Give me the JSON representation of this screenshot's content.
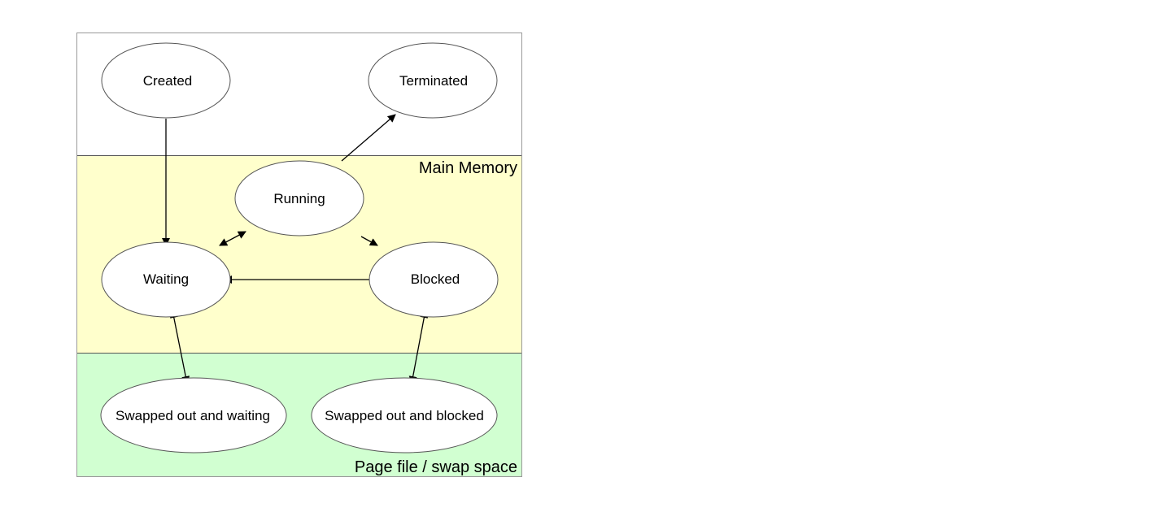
{
  "regions": {
    "main_memory": {
      "label": "Main Memory",
      "fill": "#ffffcc"
    },
    "swap_space": {
      "label": "Page file / swap space",
      "fill": "#d1ffd1"
    },
    "top": {
      "fill": "#ffffff"
    }
  },
  "states": {
    "created": "Created",
    "terminated": "Terminated",
    "running": "Running",
    "waiting": "Waiting",
    "blocked": "Blocked",
    "swapped_waiting": "Swapped out and waiting",
    "swapped_blocked": "Swapped out and blocked"
  },
  "transitions": [
    {
      "from": "Created",
      "to": "Waiting"
    },
    {
      "from": "Running",
      "to": "Terminated"
    },
    {
      "from": "Running",
      "to": "Waiting",
      "bidirectional": true
    },
    {
      "from": "Running",
      "to": "Blocked"
    },
    {
      "from": "Blocked",
      "to": "Waiting"
    },
    {
      "from": "Waiting",
      "to": "Swapped out and waiting",
      "bidirectional": true
    },
    {
      "from": "Blocked",
      "to": "Swapped out and blocked",
      "bidirectional": true
    }
  ],
  "colors": {
    "stroke": "#555555",
    "arrow": "#000000",
    "node_fill": "#ffffff"
  }
}
